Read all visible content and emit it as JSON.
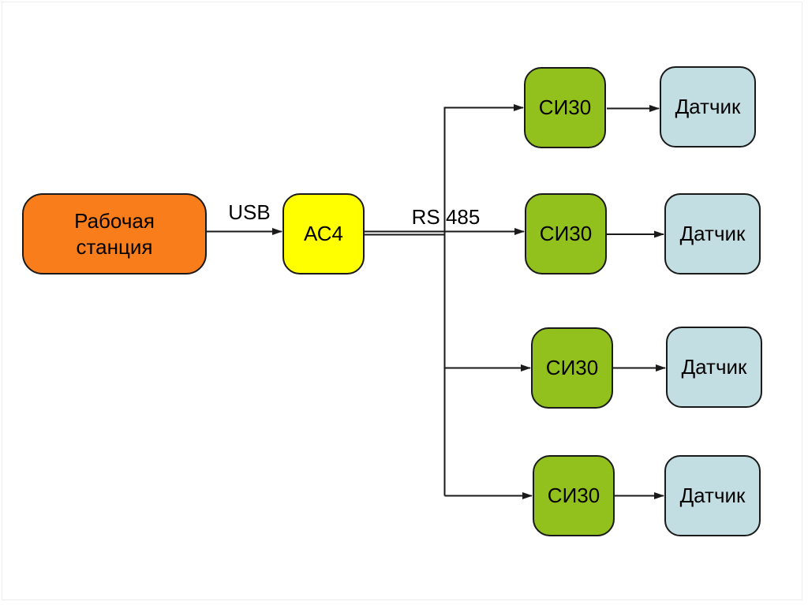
{
  "slide": {
    "background": "#FFFFFF",
    "nodes": {
      "workstation": {
        "label": "Рабочая станция",
        "fill": "#FA7D1C"
      },
      "ac4": {
        "label": "АС4",
        "fill": "#FFFF00"
      }
    },
    "bus": {
      "usb_label": "USB",
      "rs485_label": "RS 485"
    },
    "branches": [
      {
        "device": "СИ30",
        "sensor": "Датчик"
      },
      {
        "device": "СИ30",
        "sensor": "Датчик"
      },
      {
        "device": "СИ30",
        "sensor": "Датчик"
      },
      {
        "device": "СИ30",
        "sensor": "Датчик"
      }
    ],
    "colors": {
      "device_fill": "#92C11E",
      "sensor_fill": "#C3DEE2",
      "line": "#1A1A1A",
      "node_border": "#1A1A1A"
    }
  }
}
